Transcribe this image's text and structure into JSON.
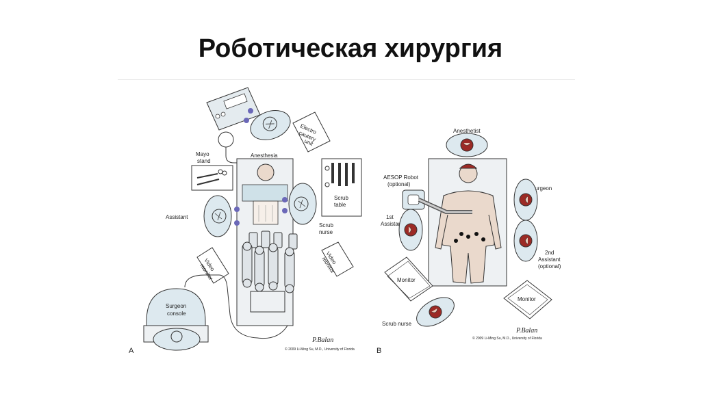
{
  "title": "Роботическая хирургия",
  "panel_a": {
    "letter": "A",
    "labels": {
      "electrocautery": [
        "Electro",
        "cautery",
        "unit"
      ],
      "anesthesia": "Anesthesia",
      "mayo_stand": [
        "Mayo",
        "stand"
      ],
      "scrub_table": [
        "Scrub",
        "table"
      ],
      "assistant": "Assistant",
      "scrub_nurse": [
        "Scrub",
        "nurse"
      ],
      "video_monitor_left": [
        "Video",
        "monitor"
      ],
      "video_monitor_right": [
        "Video",
        "monitor"
      ],
      "surgeon_console": [
        "Surgeon",
        "console"
      ]
    },
    "copyright": "© 2009 Li-Ming Su, M.D., University of Florida",
    "signature": "P.Balan"
  },
  "panel_b": {
    "letter": "B",
    "labels": {
      "anesthetist": "Anesthetist",
      "aesop_robot": [
        "AESOP Robot",
        "(optional)"
      ],
      "surgeon": "Surgeon",
      "first_assistant": [
        "1st",
        "Assistant"
      ],
      "second_assistant": [
        "2nd",
        "Assistant",
        "(optional)"
      ],
      "monitor_left": "Monitor",
      "monitor_right": "Monitor",
      "scrub_nurse": "Scrub nurse"
    },
    "copyright": "© 2009 Li-Ming Su, M.D., University of Florida",
    "signature": "P.Balan"
  },
  "colors": {
    "fill_light": "#dde9ef",
    "stroke": "#333333",
    "head_red": "#9c2a25",
    "skin": "#ead9cc",
    "glove": "#6b68b8"
  }
}
